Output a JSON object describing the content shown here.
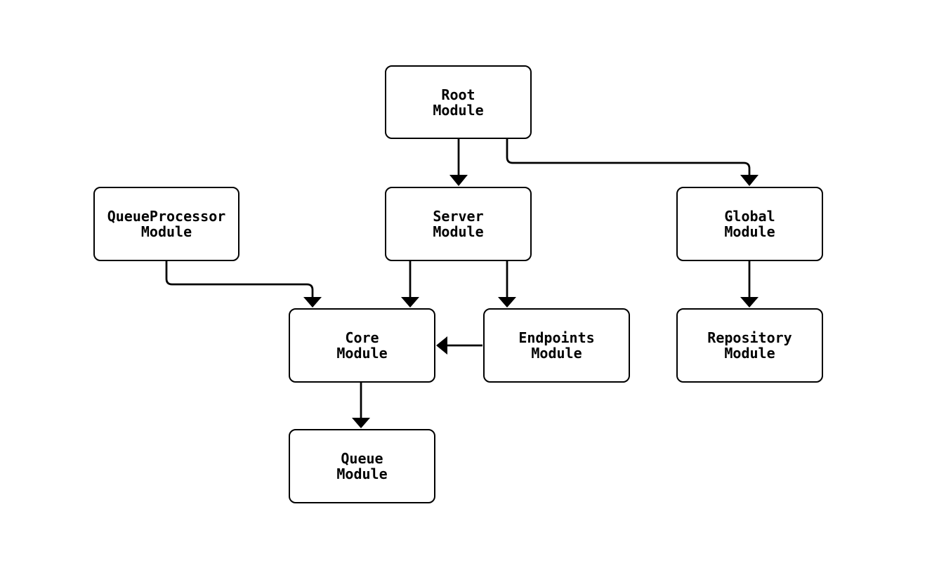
{
  "diagram": {
    "type": "flowchart",
    "direction": "top-down",
    "background_color": "#ffffff",
    "node_fill_color": "#ffffff",
    "stroke_color": "#000000",
    "text_color": "#000000",
    "nodes": [
      {
        "id": "root",
        "label": "Root\nModule"
      },
      {
        "id": "queueprocessor",
        "label": "QueueProcessor\nModule"
      },
      {
        "id": "server",
        "label": "Server\nModule"
      },
      {
        "id": "global",
        "label": "Global\nModule"
      },
      {
        "id": "core",
        "label": "Core\nModule"
      },
      {
        "id": "endpoints",
        "label": "Endpoints\nModule"
      },
      {
        "id": "repository",
        "label": "Repository\nModule"
      },
      {
        "id": "queue",
        "label": "Queue\nModule"
      }
    ],
    "edges": [
      {
        "from": "Root Module",
        "to": "Server Module"
      },
      {
        "from": "Root Module",
        "to": "Global Module"
      },
      {
        "from": "QueueProcessor Module",
        "to": "Core Module"
      },
      {
        "from": "Server Module",
        "to": "Core Module"
      },
      {
        "from": "Server Module",
        "to": "Endpoints Module"
      },
      {
        "from": "Endpoints Module",
        "to": "Core Module"
      },
      {
        "from": "Core Module",
        "to": "Queue Module"
      },
      {
        "from": "Global Module",
        "to": "Repository Module"
      }
    ]
  }
}
